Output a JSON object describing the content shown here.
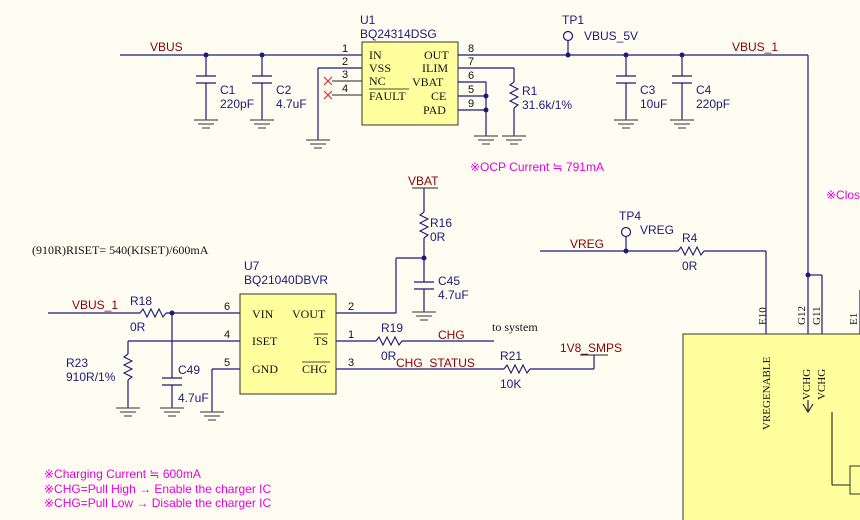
{
  "u1": {
    "ref": "U1",
    "part": "BQ24314DSG",
    "pins_left": [
      {
        "num": "1",
        "name": "IN"
      },
      {
        "num": "2",
        "name": "VSS"
      },
      {
        "num": "3",
        "name": "NC"
      },
      {
        "num": "4",
        "name": "FAULT"
      }
    ],
    "pins_right": [
      {
        "num": "8",
        "name": "OUT"
      },
      {
        "num": "7",
        "name": "ILIM"
      },
      {
        "num": "6",
        "name": "VBAT"
      },
      {
        "num": "5",
        "name": "CE"
      },
      {
        "num": "9",
        "name": "PAD"
      }
    ]
  },
  "u7": {
    "ref": "U7",
    "part": "BQ21040DBVR",
    "pins_left": [
      {
        "num": "6",
        "name": "VIN"
      },
      {
        "num": "4",
        "name": "ISET"
      },
      {
        "num": "5",
        "name": "GND"
      }
    ],
    "pins_right": [
      {
        "num": "2",
        "name": "VOUT"
      },
      {
        "num": "1",
        "name": "TS"
      },
      {
        "num": "3",
        "name": "CHG"
      }
    ]
  },
  "nets": {
    "vbus": "VBUS",
    "vbus_1_top": "VBUS_1",
    "vbus_5v": "VBUS_5V",
    "vbat": "VBAT",
    "vreg_net": "VREG",
    "vreg_tp": "VREG",
    "vbus_1_left": "VBUS_1",
    "chg": "CHG",
    "chg_status": "CHG_STATUS",
    "v1v8": "1V8_SMPS"
  },
  "testpoints": {
    "tp1": "TP1",
    "tp4": "TP4"
  },
  "components": {
    "c1": {
      "ref": "C1",
      "val": "220pF"
    },
    "c2": {
      "ref": "C2",
      "val": "4.7uF"
    },
    "c3": {
      "ref": "C3",
      "val": "10uF"
    },
    "c4": {
      "ref": "C4",
      "val": "220pF"
    },
    "r1": {
      "ref": "R1",
      "val": "31.6k/1%"
    },
    "r16": {
      "ref": "R16",
      "val": "0R"
    },
    "c45": {
      "ref": "C45",
      "val": "4.7uF"
    },
    "r4": {
      "ref": "R4",
      "val": "0R"
    },
    "r18": {
      "ref": "R18",
      "val": "0R"
    },
    "r23": {
      "ref": "R23",
      "val": "910R/1%"
    },
    "c49": {
      "ref": "C49",
      "val": "4.7uF"
    },
    "r19": {
      "ref": "R19",
      "val": "0R"
    },
    "r21": {
      "ref": "R21",
      "val": "10K"
    }
  },
  "notes": {
    "ocp": "※OCP Current ≒ 791mA",
    "close": "※Clos",
    "riset": "(910R)RISET= 540(KISET)/600mA",
    "to_system": "to system",
    "charging": "※Charging Current ≒ 600mA",
    "chg_high": "※CHG=Pull High → Enable the charger IC",
    "chg_low": "※CHG=Pull Low → Disable the charger IC"
  },
  "big_ic": {
    "pins": [
      "E10",
      "G12",
      "G11",
      "E1"
    ],
    "labels": [
      "VREGENABLE",
      "VCHG",
      "VCHG"
    ]
  }
}
